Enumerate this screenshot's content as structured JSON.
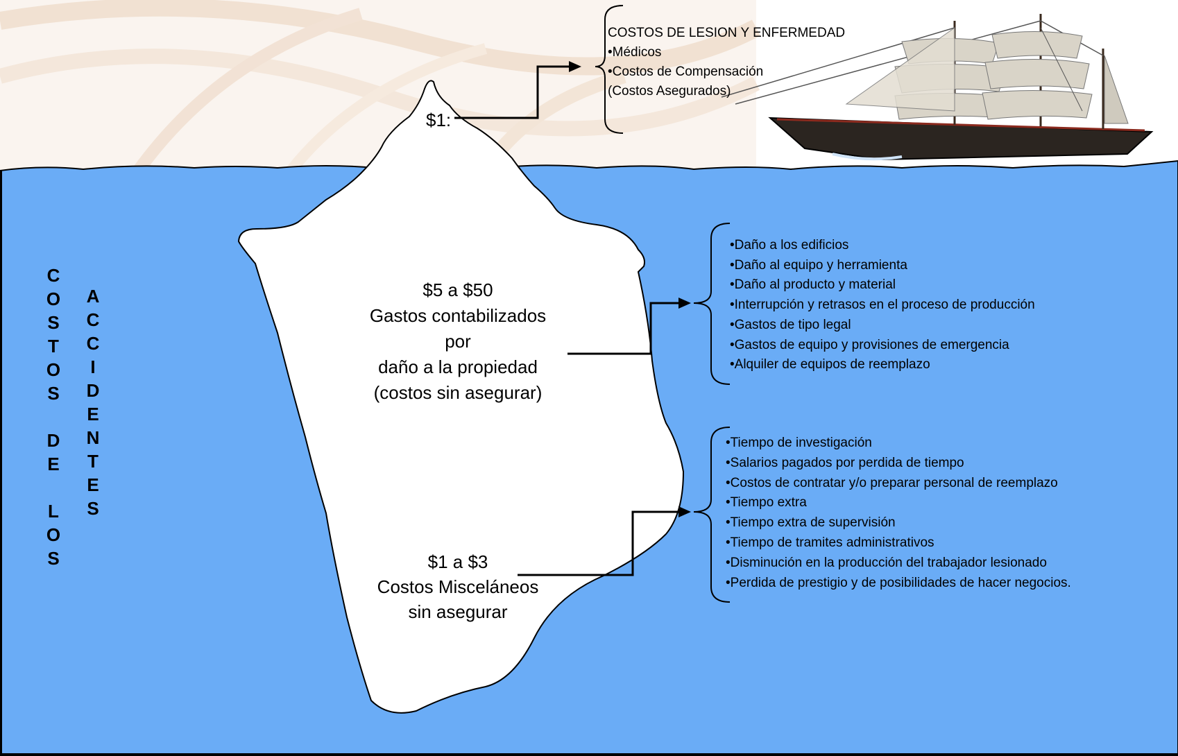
{
  "colors": {
    "water": "#6aacf6",
    "sky_pattern": "#f2dcc8",
    "iceberg": "#ffffff",
    "outline": "#000000"
  },
  "top_cost": {
    "amount": "$1:",
    "box_title": "COSTOS DE LESION Y ENFERMEDAD",
    "items": [
      "•Médicos",
      "•Costos de Compensación",
      " (Costos Asegurados)"
    ]
  },
  "middle_cost": {
    "lines": [
      "$5 a $50",
      "Gastos contabilizados",
      "por",
      "daño a la propiedad",
      "(costos sin asegurar)"
    ],
    "items": [
      "•Daño a los edificios",
      "•Daño al equipo y herramienta",
      "•Daño al producto y material",
      "•Interrupción y retrasos en el proceso de producción",
      "•Gastos de tipo legal",
      "•Gastos de equipo y provisiones de emergencia",
      "•Alquiler de equipos de reemplazo"
    ]
  },
  "bottom_cost": {
    "lines": [
      "$1 a $3",
      "Costos Misceláneos",
      "sin asegurar"
    ],
    "items": [
      "•Tiempo de investigación",
      "•Salarios pagados por perdida de tiempo",
      "•Costos de contratar y/o preparar personal de reemplazo",
      "•Tiempo extra",
      "•Tiempo extra de supervisión",
      "•Tiempo de tramites administrativos",
      "•Disminución en la producción del trabajador lesionado",
      "•Perdida de prestigio y de posibilidades de hacer negocios."
    ]
  },
  "vertical_left": [
    "C",
    "O",
    "S",
    "T",
    "O",
    "S",
    "",
    "D",
    "E",
    "",
    "L",
    "O",
    "S"
  ],
  "vertical_right": [
    "A",
    "C",
    "C",
    "I",
    "D",
    "E",
    "N",
    "T",
    "E",
    "S"
  ],
  "icons": [
    "sailing-ship-icon",
    "iceberg-icon"
  ]
}
